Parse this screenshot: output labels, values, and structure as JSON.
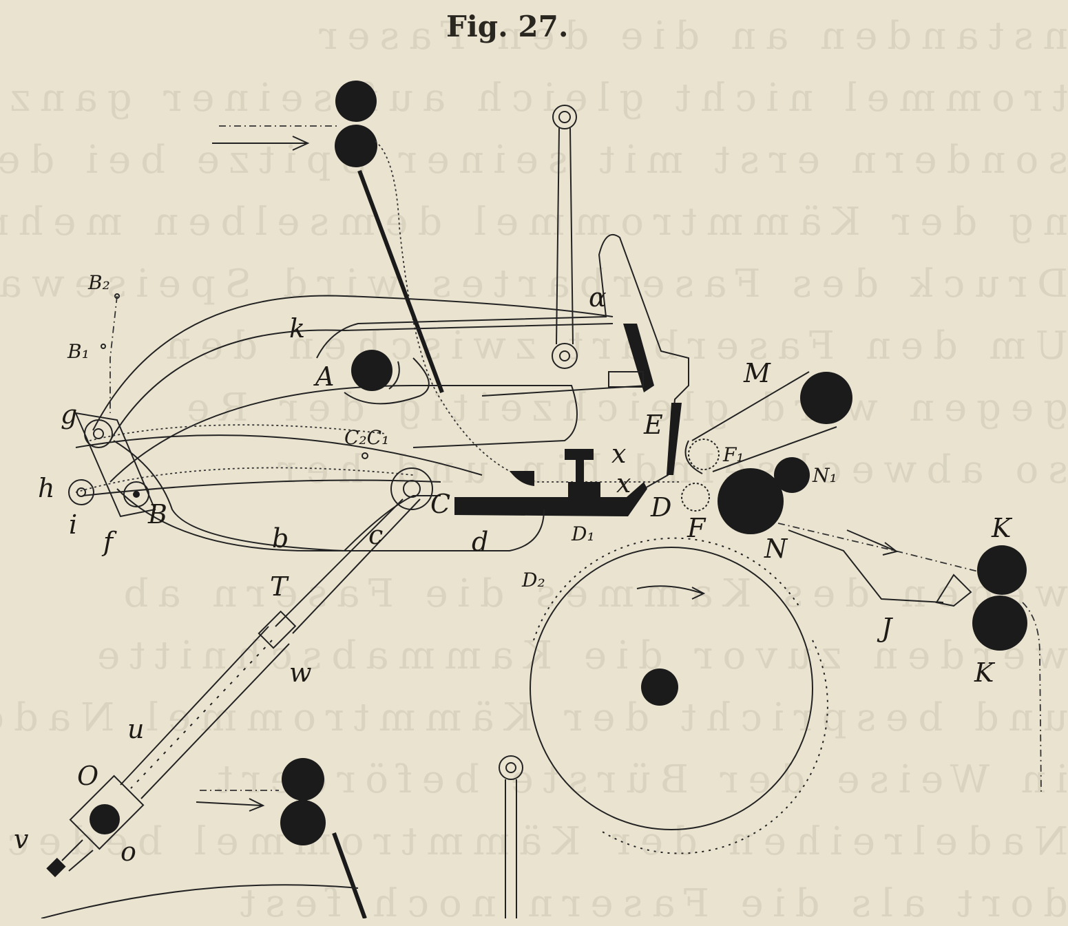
{
  "figure": {
    "title": "Fig. 27.",
    "ink_color": "#1b1b1b",
    "paper_color": "#e9e3d0"
  },
  "labels": {
    "B2": "B₂",
    "B1": "B₁",
    "g": "g",
    "h": "h",
    "i": "i",
    "f": "f",
    "B": "B",
    "k": "k",
    "alpha": "α",
    "A": "A",
    "C2C1": "C₂C₁",
    "C": "C",
    "c": "c",
    "b": "b",
    "d": "d",
    "x_upper": "x",
    "x_lower": "x",
    "E": "E",
    "M": "M",
    "F1": "F₁",
    "F": "F",
    "D": "D",
    "N1": "N₁",
    "N": "N",
    "D1": "D₁",
    "D2": "D₂",
    "T": "T",
    "w": "w",
    "u": "u",
    "O": "O",
    "v": "v",
    "o": "o",
    "K_upper": "K",
    "K_lower": "K",
    "J": "J"
  }
}
